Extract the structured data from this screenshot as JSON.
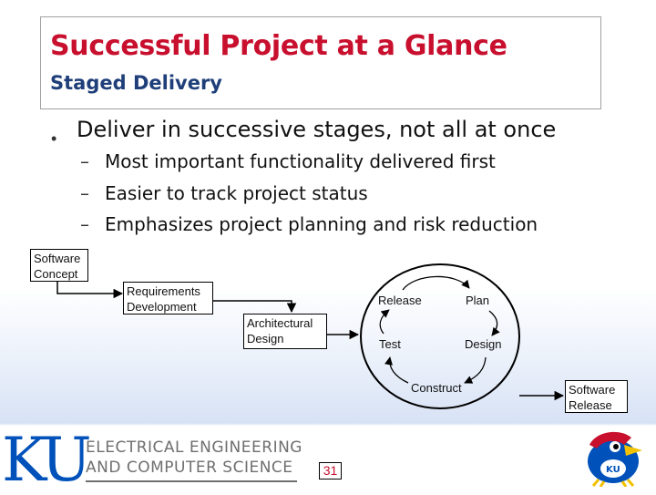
{
  "slide": {
    "title": "Successful Project at a Glance",
    "subtitle": "Staged Delivery",
    "bullet": "Deliver in successive stages, not all at once",
    "sub_bullets": [
      "Most important functionality delivered first",
      "Easier to track project status",
      "Emphasizes project planning and risk reduction"
    ],
    "page_number": "31"
  },
  "diagram": {
    "software_concept": "Software Concept",
    "requirements_development": "Requirements Development",
    "architectural_design": "Architectural Design",
    "cycle": {
      "release": "Release",
      "plan": "Plan",
      "test": "Test",
      "design": "Design",
      "construct": "Construct"
    },
    "software_release": "Software Release"
  },
  "footer": {
    "logo_mark": "KU",
    "logo_line1": "ELECTRICAL ENGINEERING",
    "logo_line2": "AND COMPUTER SCIENCE",
    "mascot_icon": "jayhawk-mascot-icon",
    "colors": {
      "title": "#c8102e",
      "subtitle": "#1f3f7a",
      "ku_blue": "#0051ba"
    }
  }
}
